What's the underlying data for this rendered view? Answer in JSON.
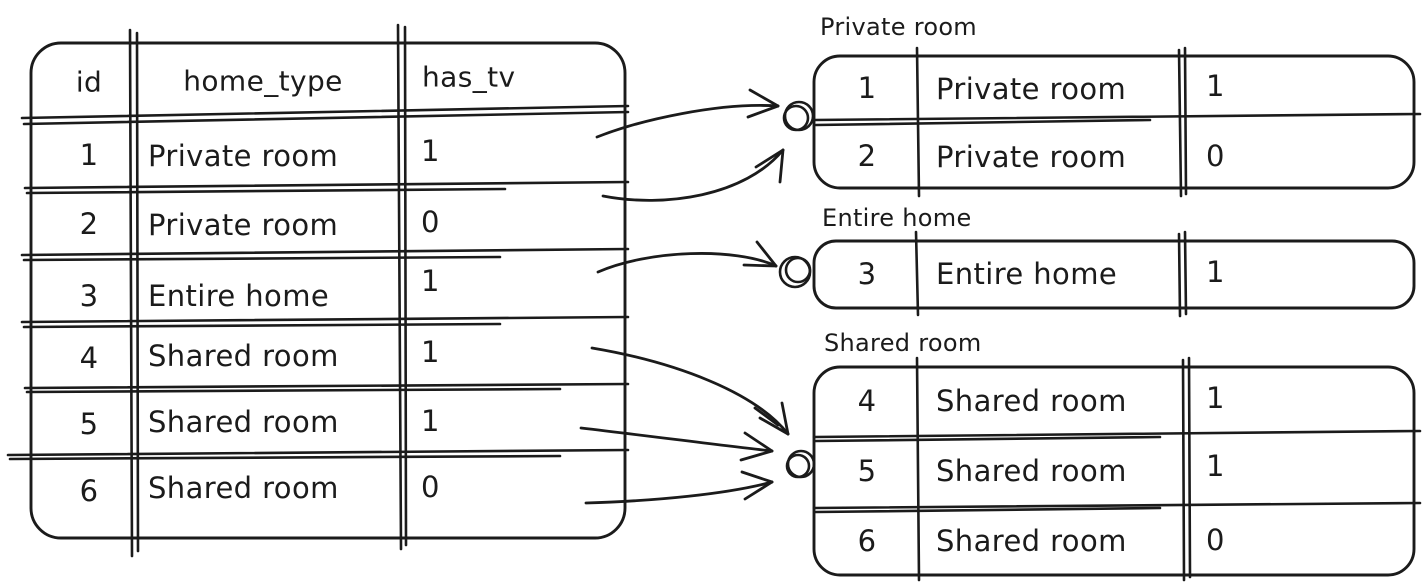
{
  "diagram": {
    "source_table": {
      "columns": [
        "id",
        "home_type",
        "has_tv"
      ],
      "rows": [
        {
          "id": "1",
          "home_type": "Private room",
          "has_tv": "1"
        },
        {
          "id": "2",
          "home_type": "Private room",
          "has_tv": "0"
        },
        {
          "id": "3",
          "home_type": "Entire home",
          "has_tv": "1"
        },
        {
          "id": "4",
          "home_type": "Shared room",
          "has_tv": "1"
        },
        {
          "id": "5",
          "home_type": "Shared room",
          "has_tv": "1"
        },
        {
          "id": "6",
          "home_type": "Shared room",
          "has_tv": "0"
        }
      ]
    },
    "groups": [
      {
        "label": "Private room",
        "rows": [
          {
            "id": "1",
            "home_type": "Private room",
            "has_tv": "1"
          },
          {
            "id": "2",
            "home_type": "Private room",
            "has_tv": "0"
          }
        ]
      },
      {
        "label": "Entire home",
        "rows": [
          {
            "id": "3",
            "home_type": "Entire home",
            "has_tv": "1"
          }
        ]
      },
      {
        "label": "Shared room",
        "rows": [
          {
            "id": "4",
            "home_type": "Shared room",
            "has_tv": "1"
          },
          {
            "id": "5",
            "home_type": "Shared room",
            "has_tv": "1"
          },
          {
            "id": "6",
            "home_type": "Shared room",
            "has_tv": "0"
          }
        ]
      }
    ],
    "colors": {
      "ink": "#1b1b1b",
      "background": "#ffffff"
    }
  }
}
